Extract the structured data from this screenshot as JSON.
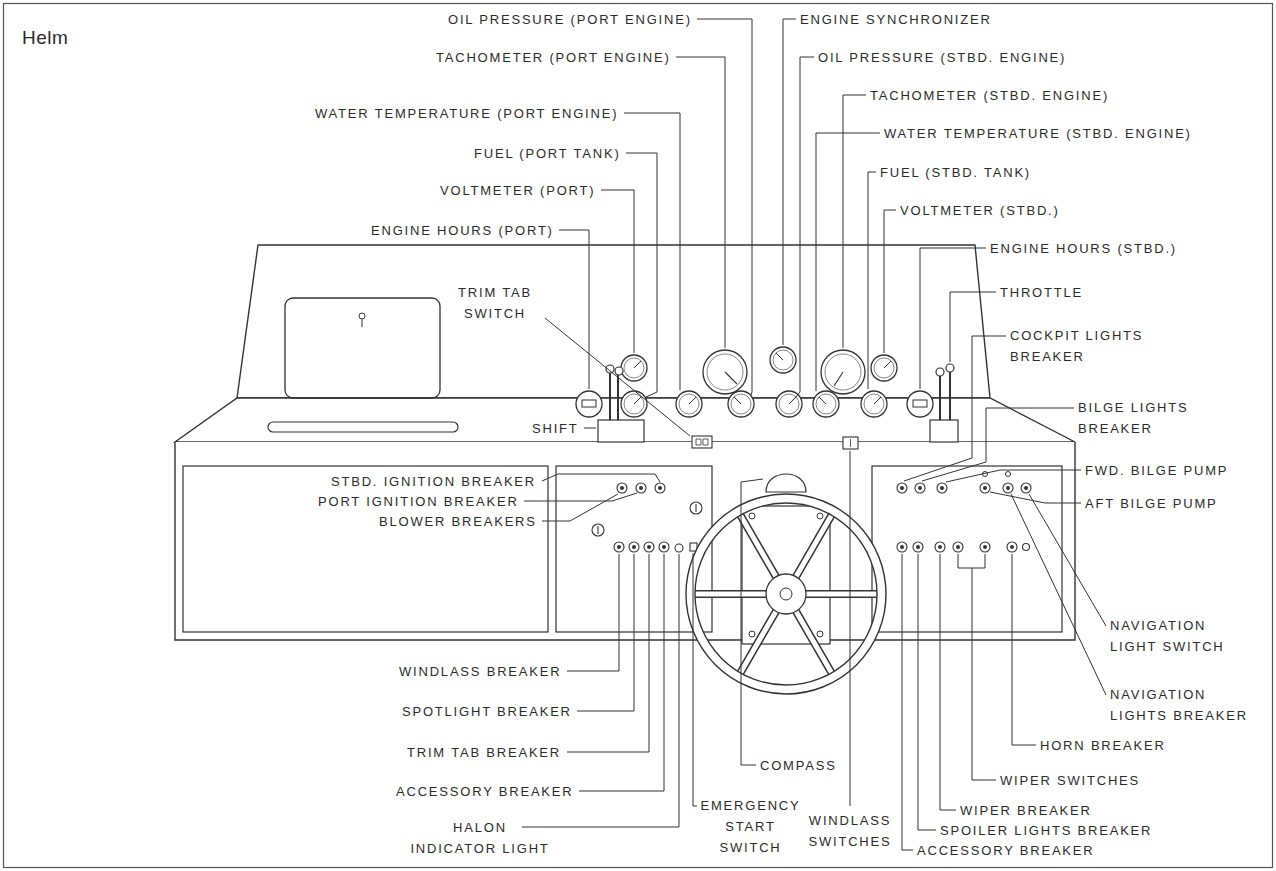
{
  "diagram": {
    "title": "Helm",
    "labels": [
      "OIL PRESSURE (PORT ENGINE)",
      "ENGINE SYNCHRONIZER",
      "TACHOMETER (PORT ENGINE)",
      "OIL PRESSURE (STBD. ENGINE)",
      "TACHOMETER (STBD. ENGINE)",
      "WATER TEMPERATURE (PORT ENGINE)",
      "WATER TEMPERATURE (STBD. ENGINE)",
      "FUEL (PORT TANK)",
      "FUEL (STBD. TANK)",
      "VOLTMETER (PORT)",
      "VOLTMETER (STBD.)",
      "ENGINE HOURS (PORT)",
      "ENGINE HOURS (STBD.)",
      "THROTTLE",
      "TRIM TAB SWITCH",
      "COCKPIT LIGHTS BREAKER",
      "BILGE LIGHTS BREAKER",
      "SHIFT",
      "FWD. BILGE PUMP",
      "STBD. IGNITION BREAKER",
      "PORT IGNITION BREAKER",
      "AFT BILGE PUMP",
      "BLOWER BREAKERS",
      "NAVIGATION LIGHT SWITCH",
      "NAVIGATION LIGHTS BREAKER",
      "WINDLASS BREAKER",
      "SPOTLIGHT BREAKER",
      "HORN BREAKER",
      "TRIM TAB BREAKER",
      "COMPASS",
      "WIPER SWITCHES",
      "ACCESSORY BREAKER",
      "EMERGENCY START SWITCH",
      "WIPER BREAKER",
      "WINDLASS SWITCHES",
      "SPOILER LIGHTS BREAKER",
      "HALON INDICATOR LIGHT",
      "ACCESSORY BREAKER"
    ]
  }
}
